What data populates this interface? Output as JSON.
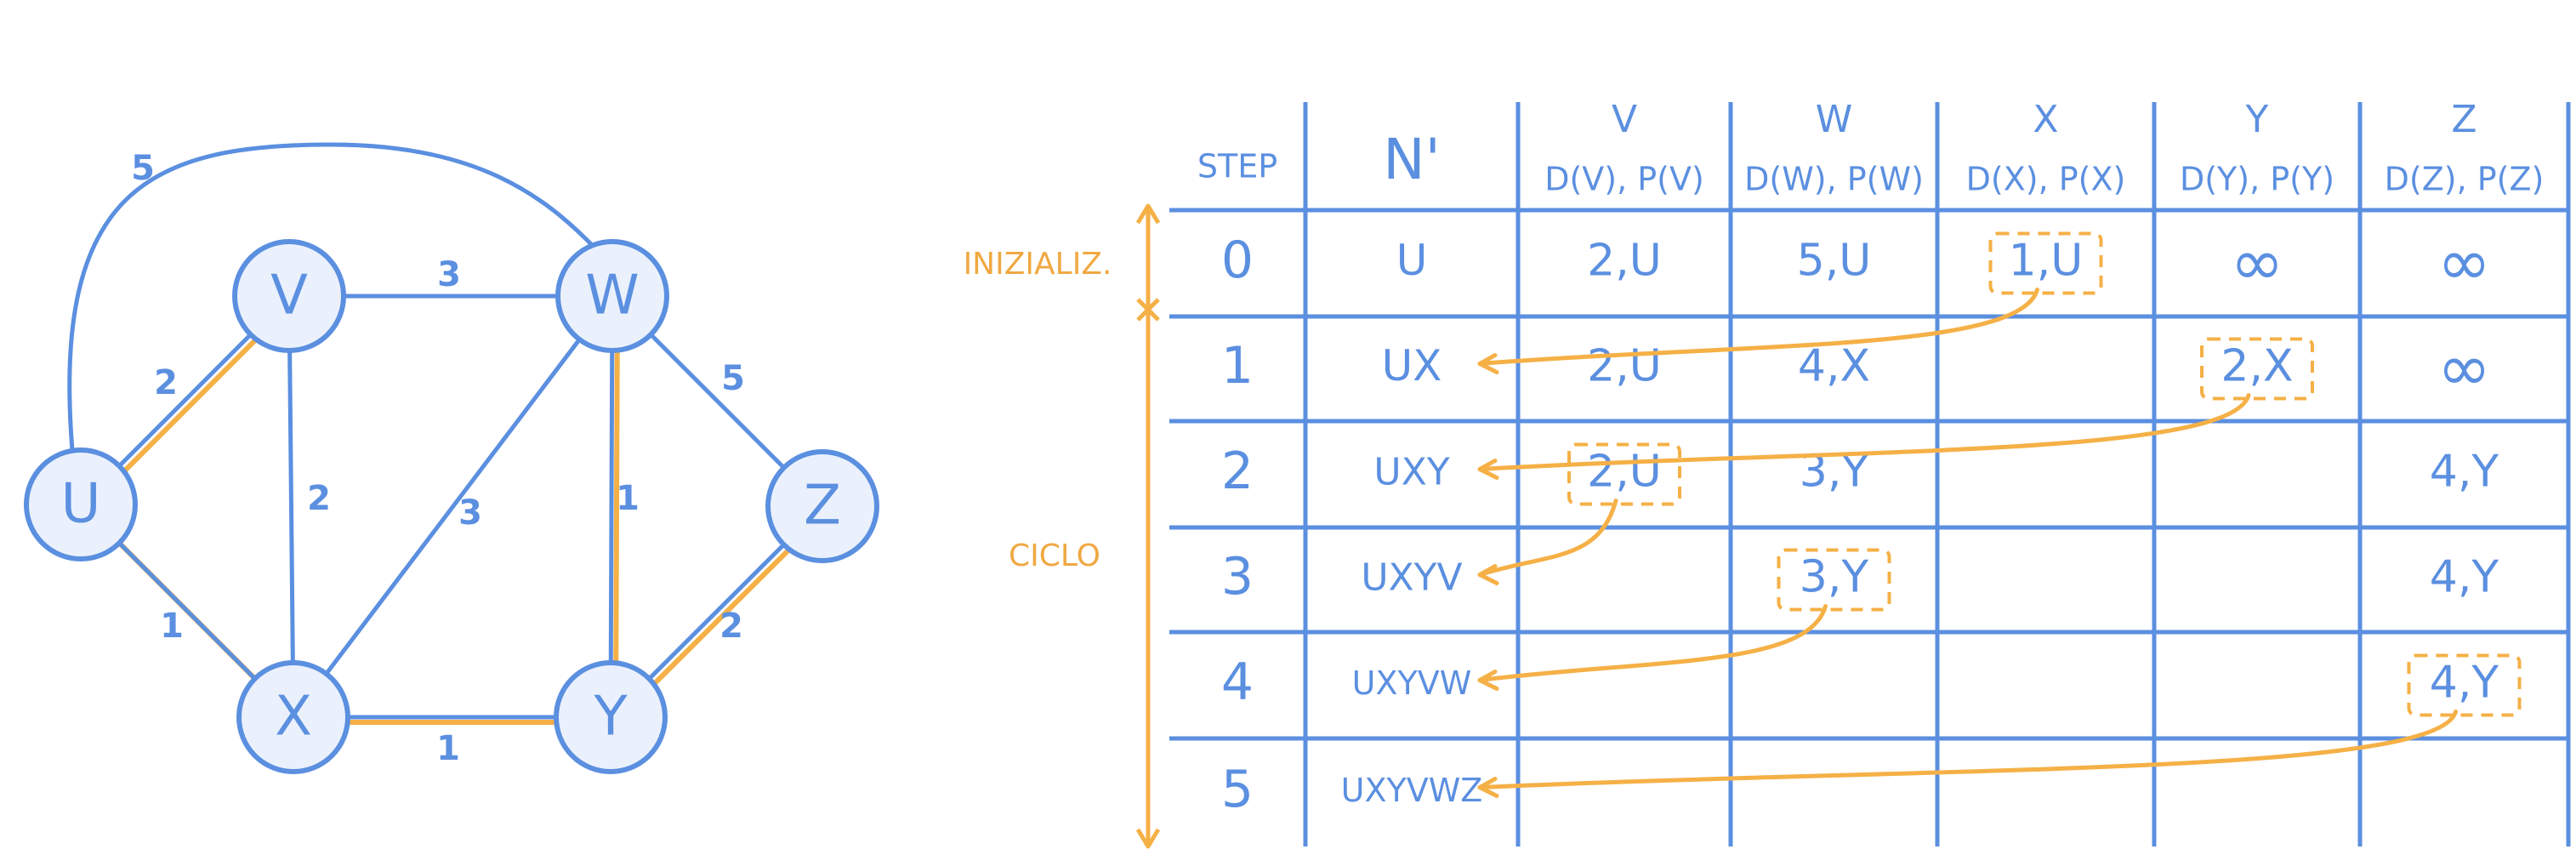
{
  "colors": {
    "blue": "#5B8FE0",
    "node_fill": "#EAF1FC",
    "orange": "#F5B046",
    "orange_text": "#F0A842"
  },
  "graph": {
    "nodes": [
      {
        "id": "u",
        "label": "U"
      },
      {
        "id": "v",
        "label": "V"
      },
      {
        "id": "w",
        "label": "W"
      },
      {
        "id": "x",
        "label": "X"
      },
      {
        "id": "y",
        "label": "Y"
      },
      {
        "id": "z",
        "label": "Z"
      }
    ],
    "edges": [
      {
        "from": "u",
        "to": "v",
        "weight": "2",
        "in_tree": true
      },
      {
        "from": "u",
        "to": "x",
        "weight": "1",
        "in_tree": true
      },
      {
        "from": "u",
        "to": "w",
        "weight": "5",
        "in_tree": false
      },
      {
        "from": "v",
        "to": "w",
        "weight": "3",
        "in_tree": false
      },
      {
        "from": "v",
        "to": "x",
        "weight": "2",
        "in_tree": false
      },
      {
        "from": "x",
        "to": "w",
        "weight": "3",
        "in_tree": false
      },
      {
        "from": "x",
        "to": "y",
        "weight": "1",
        "in_tree": true
      },
      {
        "from": "w",
        "to": "y",
        "weight": "1",
        "in_tree": true
      },
      {
        "from": "w",
        "to": "z",
        "weight": "5",
        "in_tree": false
      },
      {
        "from": "y",
        "to": "z",
        "weight": "2",
        "in_tree": true
      }
    ]
  },
  "table": {
    "header": {
      "step": "STEP",
      "nprime": "N'",
      "columns": [
        {
          "node": "V",
          "label": "D(V), P(V)"
        },
        {
          "node": "W",
          "label": "D(W), P(W)"
        },
        {
          "node": "X",
          "label": "D(X), P(X)"
        },
        {
          "node": "Y",
          "label": "D(Y), P(Y)"
        },
        {
          "node": "Z",
          "label": "D(Z), P(Z)"
        }
      ]
    },
    "rows": [
      {
        "step": "0",
        "n": "U",
        "cells": [
          "2,U",
          "5,U",
          "1,U",
          "∞",
          "∞"
        ],
        "selected": 2
      },
      {
        "step": "1",
        "n": "UX",
        "cells": [
          "2,U",
          "4,X",
          "",
          "2,X",
          "∞"
        ],
        "selected": 3
      },
      {
        "step": "2",
        "n": "UXY",
        "cells": [
          "2,U",
          "3,Y",
          "",
          "",
          "4,Y"
        ],
        "selected": 0
      },
      {
        "step": "3",
        "n": "UXYV",
        "cells": [
          "",
          "3,Y",
          "",
          "",
          "4,Y"
        ],
        "selected": 1
      },
      {
        "step": "4",
        "n": "UXYVW",
        "cells": [
          "",
          "",
          "",
          "",
          "4,Y"
        ],
        "selected": 4
      },
      {
        "step": "5",
        "n": "UXYVWZ",
        "cells": [
          "",
          "",
          "",
          "",
          ""
        ],
        "selected": -1
      }
    ],
    "phases": {
      "init": "INIZIALIZ.",
      "loop": "CICLO"
    }
  }
}
